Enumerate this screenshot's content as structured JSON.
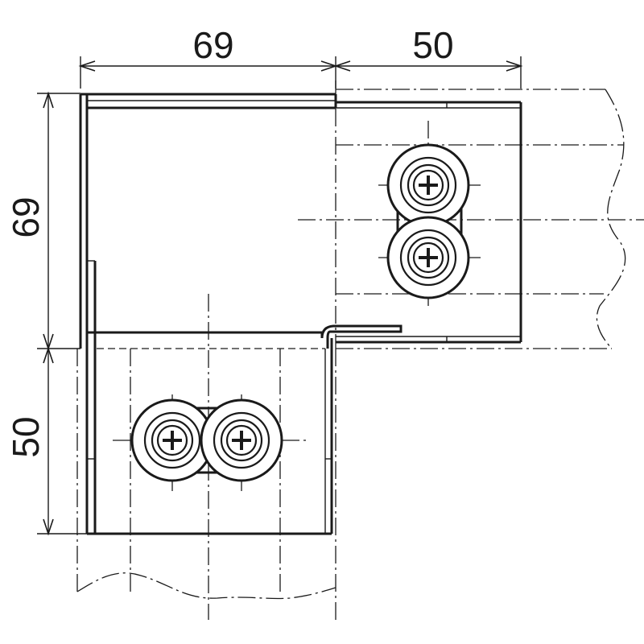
{
  "dimensions": {
    "top_left_width": "69",
    "top_right_width": "50",
    "left_upper_height": "69",
    "left_lower_height": "50"
  },
  "colors": {
    "line": "#1a1a1a",
    "background": "#ffffff"
  }
}
